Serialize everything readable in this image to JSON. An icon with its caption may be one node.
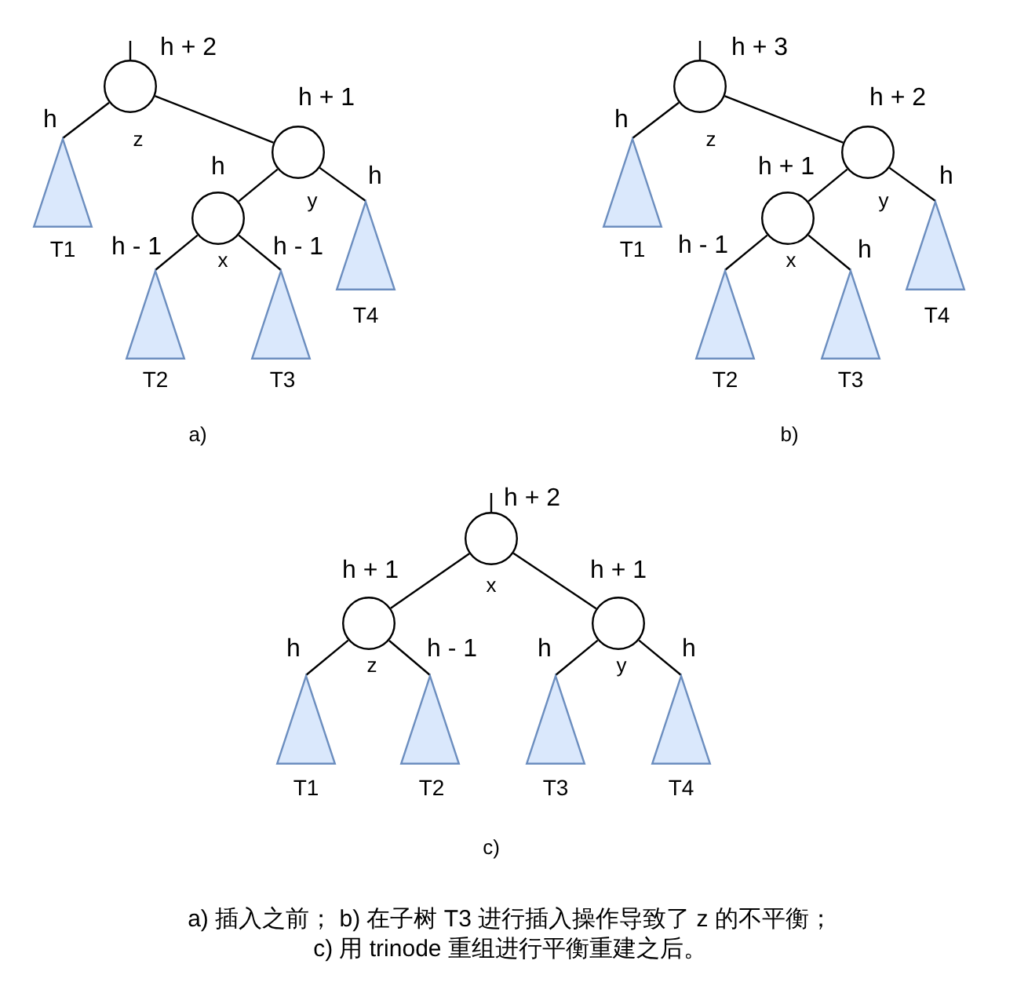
{
  "diagram": {
    "caption": "a) 插入之前； b) 在子树 T3 进行插入操作导致了 z 的不平衡； c) 用 trinode 重组进行平衡重建之后。",
    "nodes": [
      {
        "text": [],
        "shape": "circle",
        "beside": [
          "h + 2",
          "z"
        ]
      },
      {
        "text": [],
        "shape": "triangle",
        "beside": [
          "h",
          "T1"
        ]
      },
      {
        "text": [],
        "shape": "circle",
        "beside": [
          "h + 1",
          "y"
        ]
      },
      {
        "text": [],
        "shape": "circle",
        "beside": [
          "h",
          "x"
        ]
      },
      {
        "text": [],
        "shape": "triangle",
        "beside": [
          "h - 1",
          "T2"
        ]
      },
      {
        "text": [],
        "shape": "triangle",
        "beside": [
          "h - 1",
          "T3"
        ]
      },
      {
        "text": [],
        "shape": "triangle",
        "beside": [
          "h",
          "T4"
        ]
      },
      {
        "text": [],
        "shape": "circle",
        "beside": [
          "h + 3",
          "z"
        ]
      },
      {
        "text": [],
        "shape": "triangle",
        "beside": [
          "h",
          "T1"
        ]
      },
      {
        "text": [],
        "shape": "circle",
        "beside": [
          "h + 2",
          "y"
        ]
      },
      {
        "text": [],
        "shape": "circle",
        "beside": [
          "h + 1",
          "x"
        ]
      },
      {
        "text": [],
        "shape": "triangle",
        "beside": [
          "h - 1",
          "T2"
        ]
      },
      {
        "text": [],
        "shape": "triangle",
        "beside": [
          "h",
          "T3"
        ]
      },
      {
        "text": [],
        "shape": "triangle",
        "beside": [
          "h",
          "T4"
        ]
      },
      {
        "text": [],
        "shape": "circle",
        "beside": [
          "h + 2",
          "x"
        ]
      },
      {
        "text": [],
        "shape": "circle",
        "beside": [
          "h + 1",
          "z"
        ]
      },
      {
        "text": [],
        "shape": "triangle",
        "beside": [
          "h",
          "T1"
        ]
      },
      {
        "text": [],
        "shape": "triangle",
        "beside": [
          "h - 1",
          "T2"
        ]
      },
      {
        "text": [],
        "shape": "circle",
        "beside": [
          "h + 1",
          "y"
        ]
      },
      {
        "text": [],
        "shape": "triangle",
        "beside": [
          "h",
          "T3"
        ]
      },
      {
        "text": [],
        "shape": "triangle",
        "beside": [
          "h",
          "T4"
        ]
      }
    ],
    "edges": [
      {
        "from": null,
        "to": 0,
        "arrow": "none"
      },
      {
        "from": 0,
        "to": 1,
        "arrow": "none"
      },
      {
        "from": 0,
        "to": 2,
        "arrow": "none"
      },
      {
        "from": 2,
        "to": 3,
        "arrow": "none"
      },
      {
        "from": 2,
        "to": 6,
        "arrow": "none"
      },
      {
        "from": 3,
        "to": 4,
        "arrow": "none"
      },
      {
        "from": 3,
        "to": 5,
        "arrow": "none"
      },
      {
        "from": null,
        "to": 7,
        "arrow": "none"
      },
      {
        "from": 7,
        "to": 8,
        "arrow": "none"
      },
      {
        "from": 7,
        "to": 9,
        "arrow": "none"
      },
      {
        "from": 9,
        "to": 10,
        "arrow": "none"
      },
      {
        "from": 9,
        "to": 13,
        "arrow": "none"
      },
      {
        "from": 10,
        "to": 11,
        "arrow": "none"
      },
      {
        "from": 10,
        "to": 12,
        "arrow": "none"
      },
      {
        "from": null,
        "to": 14,
        "arrow": "none"
      },
      {
        "from": 14,
        "to": 15,
        "arrow": "none"
      },
      {
        "from": 14,
        "to": 18,
        "arrow": "none"
      },
      {
        "from": 15,
        "to": 16,
        "arrow": "none"
      },
      {
        "from": 15,
        "to": 17,
        "arrow": "none"
      },
      {
        "from": 18,
        "to": 19,
        "arrow": "none"
      },
      {
        "from": 18,
        "to": 20,
        "arrow": "none"
      }
    ],
    "labels": [
      "a)",
      "b)",
      "c)"
    ]
  }
}
